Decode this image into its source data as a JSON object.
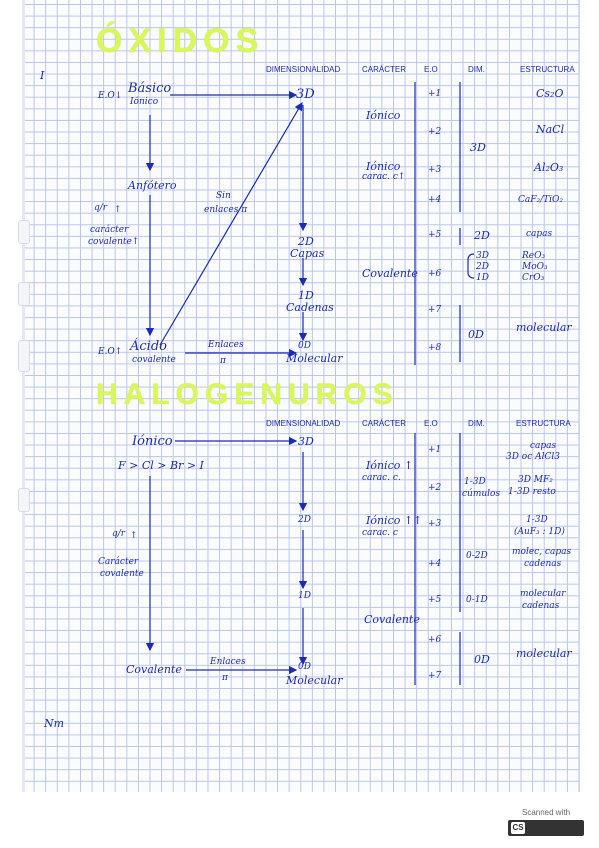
{
  "oxidos": {
    "title": "ÓXIDOS",
    "roman_one": "I",
    "headers": {
      "dim_left": "DIMENSIONALIDAD",
      "caracter": "CARÁCTER",
      "eo": "E.O",
      "dim": "DIM.",
      "estructura": "ESTRUCTURA"
    },
    "flow": {
      "eo_top": "E.O↓",
      "basico": "Básico",
      "ionico": "Iónico",
      "dim_3d": "3D",
      "anfotero": "Anfótero",
      "sin": "Sin",
      "enlaces_pi": "enlaces π",
      "fraction": "q/r",
      "up1": "↑",
      "caracter_cov": "carácter",
      "covalente_up": "covalente↑",
      "dim_2d": "2D",
      "capas": "Capas",
      "dim_1d": "1D",
      "cadenas": "Cadenas",
      "eo_bottom": "E.O↑",
      "acido": "Ácido",
      "acido_cov": "covalente",
      "enlaces_bottom": "Enlaces",
      "pi_bottom": "π",
      "dim_0d": "0D",
      "molecular": "Molecular"
    },
    "table": {
      "caracter_ionico": "Iónico",
      "caracter_ionico_cov": "Iónico",
      "caracter_ionico_cov_sub": "carac. c↑",
      "caracter_covalente": "Covalente",
      "eo": [
        "+1",
        "+2",
        "+3",
        "+4",
        "+5",
        "+6",
        "+7",
        "+8"
      ],
      "dim_3d": "3D",
      "dim_2d": "2D",
      "dim_group": [
        "3D",
        "2D",
        "1D"
      ],
      "dim_0d": "0D",
      "estructura": [
        "Cs₂O",
        "NaCl",
        "Al₂O₃",
        "CaF₂/TiO₂",
        "capas"
      ],
      "estructura_group": [
        "ReO₃",
        "MoO₃",
        "CrO₃"
      ],
      "estructura_molecular": "molecular"
    }
  },
  "halogenuros": {
    "title": "HALOGENUROS",
    "headers": {
      "dim_left": "DIMENSIONALIDAD",
      "caracter": "CARÁCTER",
      "eo": "E.O",
      "dim": "DIM.",
      "estructura": "ESTRUCTURA"
    },
    "flow": {
      "ionico": "Iónico",
      "dim_3d": "3D",
      "halogens": "F > Cl > Br > I",
      "dim_2d": "2D",
      "fraction": "q/r",
      "up": "↑",
      "caracter": "Carácter",
      "covalente": "covalente",
      "dim_1d": "1D",
      "covalente_bottom": "Covalente",
      "enlaces": "Enlaces",
      "pi": "π",
      "dim_0d": "0D",
      "molecular": "Molecular"
    },
    "table": {
      "caracter_ionico1": "Iónico ↑",
      "caracter_ionico1_sub": "carac. c.",
      "caracter_ionico2": "Iónico ↑↑",
      "caracter_ionico2_sub": "carac. c",
      "caracter_covalente": "Covalente",
      "eo": [
        "+1",
        "+2",
        "+3",
        "+4",
        "+5",
        "+6",
        "+7"
      ],
      "dim_r1": "1-3D",
      "dim_r1b": "cúmulos",
      "dim_r2": "0-2D",
      "dim_r3": "0-1D",
      "dim_r4": "0D",
      "est_r1a": "capas",
      "est_r1b": "3D oc AlCl3",
      "est_r2a": "3D MF₂",
      "est_r2b": "1-3D resto",
      "est_r3a": "1-3D",
      "est_r3b": "(AuF₃ : 1D)",
      "est_r4a": "molec, capas",
      "est_r4b": "cadenas",
      "est_r5a": "molecular",
      "est_r5b": "cadenas",
      "est_r6": "molecular"
    }
  },
  "margin_note": "Nm",
  "stamp": {
    "caption": "Scanned with",
    "brand": "CamScanner",
    "mark": "CS"
  }
}
